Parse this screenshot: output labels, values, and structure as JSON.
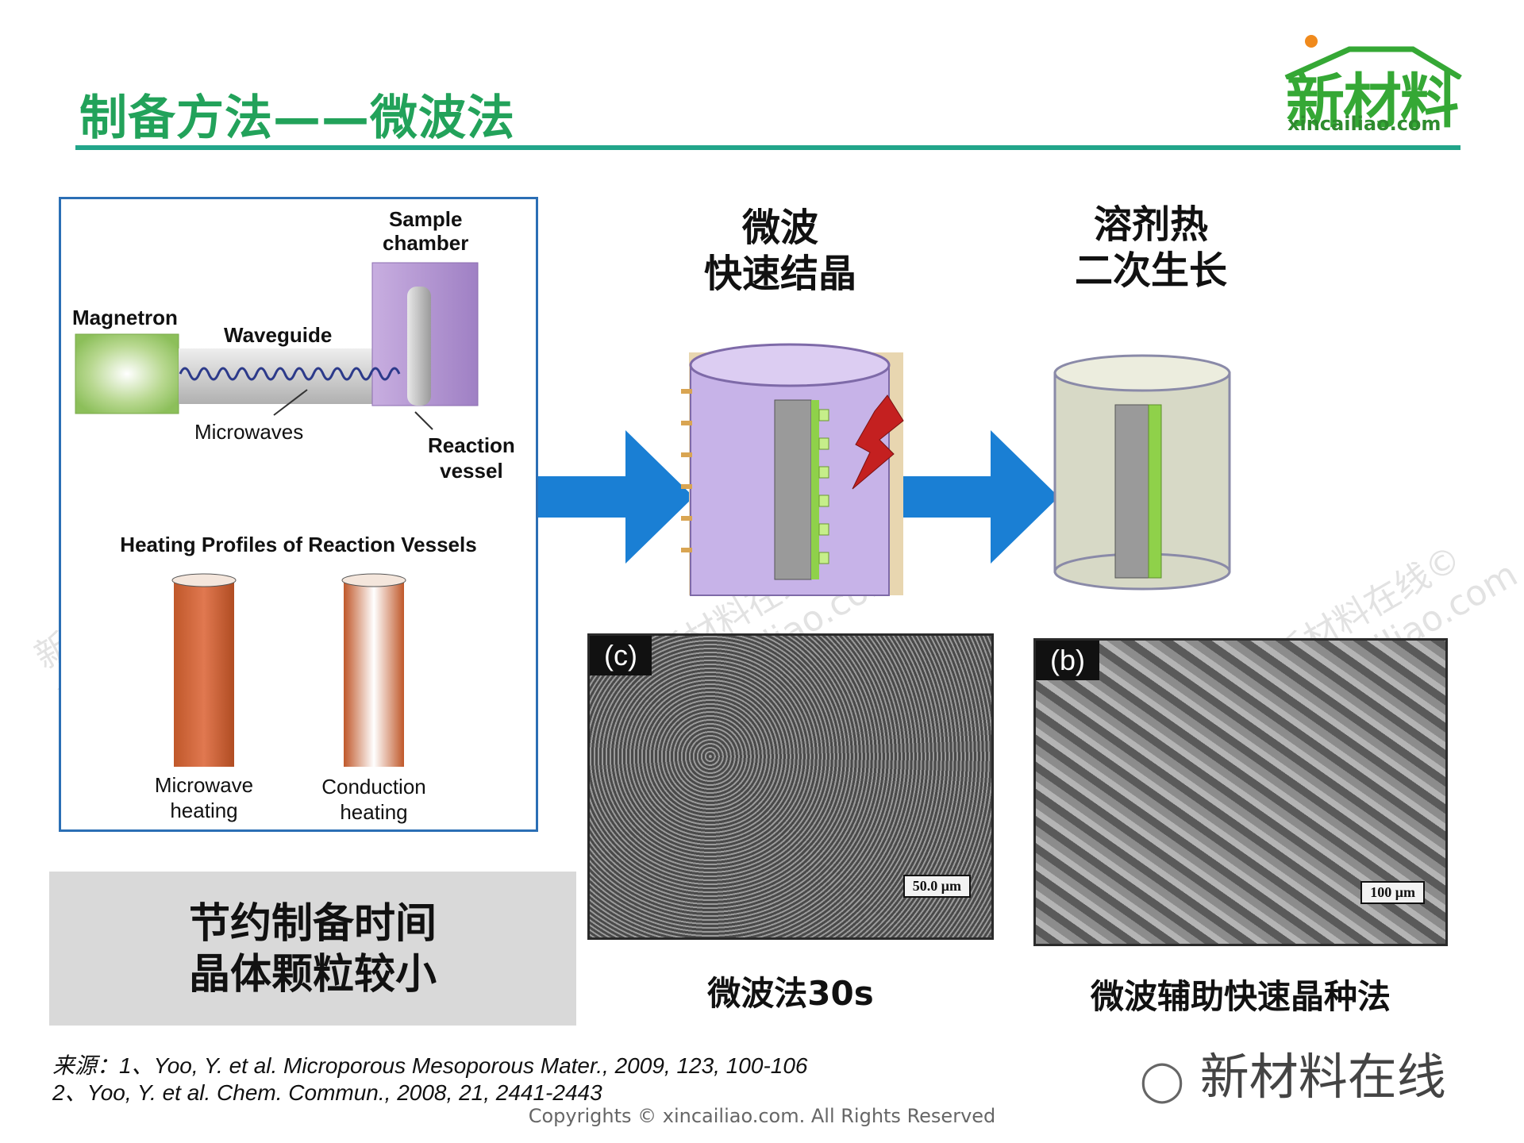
{
  "title": "制备方法——微波法",
  "logo": {
    "name": "新材料",
    "url": "xincailiao.com"
  },
  "figure": {
    "sample_chamber": [
      "Sample",
      "chamber"
    ],
    "magnetron": "Magnetron",
    "waveguide": "Waveguide",
    "microwaves": "Microwaves",
    "reaction_vessel": [
      "Reaction",
      "vessel"
    ],
    "heating_title": "Heating Profiles of Reaction Vessels",
    "microwave_heating": [
      "Microwave",
      "heating"
    ],
    "conduction_heating": [
      "Conduction",
      "heating"
    ]
  },
  "stage1": {
    "line1": "微波",
    "line2": "快速结晶"
  },
  "stage2": {
    "line1": "溶剂热",
    "line2": "二次生长"
  },
  "sem_left": {
    "tag": "(c)",
    "scale": "50.0 μm",
    "caption": "微波法30s"
  },
  "sem_right": {
    "tag": "(b)",
    "scale": "100 μm",
    "caption": "微波辅助快速晶种法"
  },
  "summary": {
    "line1": "节约制备时间",
    "line2": "晶体颗粒较小"
  },
  "source": {
    "line1": "来源：1、Yoo, Y. et al. Microporous  Mesoporous Mater., 2009, 123, 100-106",
    "line2": "2、Yoo, Y. et al. Chem. Commun., 2008, 21, 2441-2443"
  },
  "copyright": "Copyrights © xincailiao.com. All Rights Reserved",
  "watermark": {
    "text1": "新材料在线©",
    "text2": "xincailiao.com"
  },
  "wechat_label": "新材料在线",
  "colors": {
    "title": "#22a25a",
    "rule": "#22a58a",
    "arrow": "#1a7fd4",
    "frame": "#2b6fb5"
  }
}
